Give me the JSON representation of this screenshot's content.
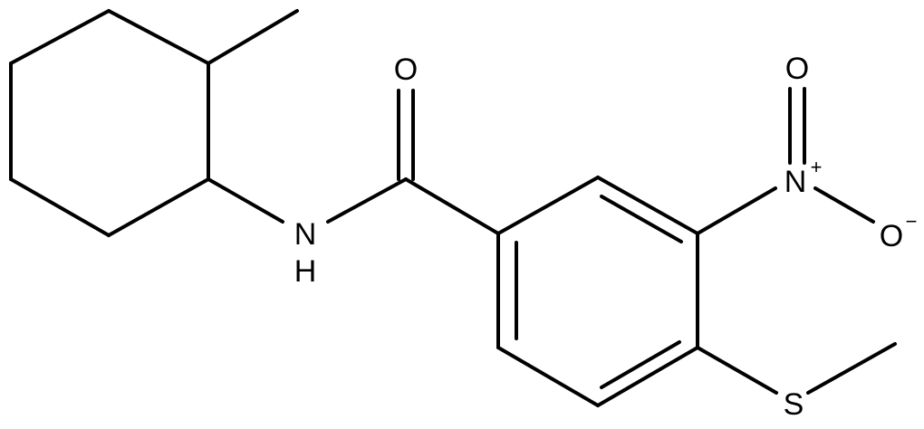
{
  "molecule": {
    "atoms": {
      "O_carbonyl": "O",
      "N_amide": "N",
      "H_amide": "H",
      "N_nitro": "N",
      "N_nitro_charge": "+",
      "O_nitro_top": "O",
      "O_nitro_right": "O",
      "O_nitro_charge": "−",
      "S": "S"
    }
  }
}
